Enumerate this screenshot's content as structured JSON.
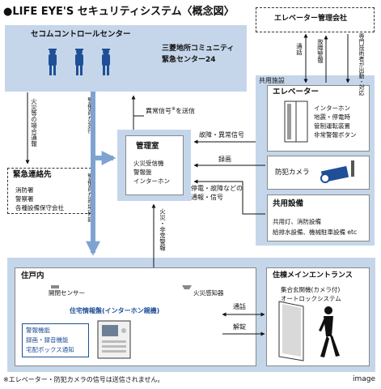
{
  "title": "●LIFE EYE'S セキュリティシステム〈概念図〉",
  "secom": {
    "title": "セコムコントロールセンター",
    "center_line1": "三菱地所コミュニティ",
    "center_line2": "緊急センター24"
  },
  "elevator_company": {
    "title": "エレベーター管理会社"
  },
  "emergency": {
    "title": "緊急連絡先",
    "items": [
      "消防署",
      "警察署",
      "各種設備保守会社"
    ]
  },
  "management": {
    "title": "管理室",
    "items": [
      "火災受信機",
      "警報盤",
      "インターホン"
    ]
  },
  "shared": {
    "label": "共用施設"
  },
  "elevator": {
    "title": "エレベーター",
    "items": [
      "インターホン",
      "地震・停電時",
      "管制運転装置",
      "非常警報ボタン"
    ]
  },
  "camera": {
    "title": "防犯カメラ"
  },
  "shared_equipment": {
    "title": "共用設備",
    "items": [
      "共用灯、消防設備",
      "給排水設備、機械駐車設備 etc"
    ]
  },
  "dwelling": {
    "title": "住戸内",
    "open_sensor": "開閉センサー",
    "fire_detector": "火災感知器",
    "panel_title": "住宅情報盤(インターホン親機)",
    "functions": [
      "警報機能",
      "録画・録音機能",
      "宅配ボックス通知"
    ]
  },
  "entrance": {
    "title": "住棟メインエントランス",
    "line1": "集合玄関機(カメラ付)",
    "line2": "オートロックシステム"
  },
  "labels": {
    "fire_report": "火災等の場合通報",
    "guard_rush": "警備員が急行",
    "guard_check": "警備員が現場確認",
    "abnormal_signal": "異常信号",
    "abnormal_note": "※",
    "abnormal_suffix": "を送信",
    "fault_signal": "故障・異常信号",
    "recording": "録画",
    "equip_signal": "停電・故障などの\n通報・信号",
    "fire_alarm_up": "火災・非常警報",
    "call_elevator": "通話",
    "fault_alarm": "故障警報",
    "tech_dispatch": "専門技術者が出動・対応",
    "call_entrance": "通話",
    "unlock": "解錠"
  },
  "footnote": "※エレベーター・防犯カメラの信号は送信されません。",
  "image_caption": "image",
  "colors": {
    "band": "#c5d6ea",
    "arrow_blue": "#7fa3d1",
    "panel_blue": "#dde7f3",
    "text": "#111111"
  }
}
